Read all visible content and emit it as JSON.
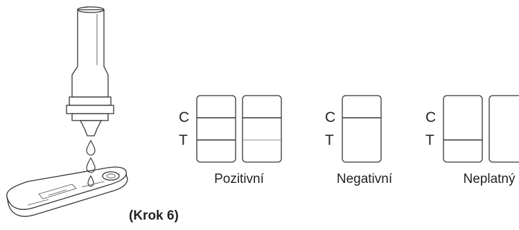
{
  "labels": {
    "control_letter": "C",
    "test_letter": "T",
    "positive": "Pozitivní",
    "negative": "Negativní",
    "invalid": "Neplatný",
    "step": "(Krok 6)"
  },
  "results": [
    {
      "name": "positive-pair-1",
      "control_line": true,
      "test_line": true
    },
    {
      "name": "positive-pair-2",
      "control_line": true,
      "test_line": "faint"
    },
    {
      "name": "negative",
      "control_line": true,
      "test_line": false
    },
    {
      "name": "invalid-1",
      "control_line": false,
      "test_line": true
    },
    {
      "name": "invalid-2",
      "control_line": false,
      "test_line": false
    }
  ]
}
